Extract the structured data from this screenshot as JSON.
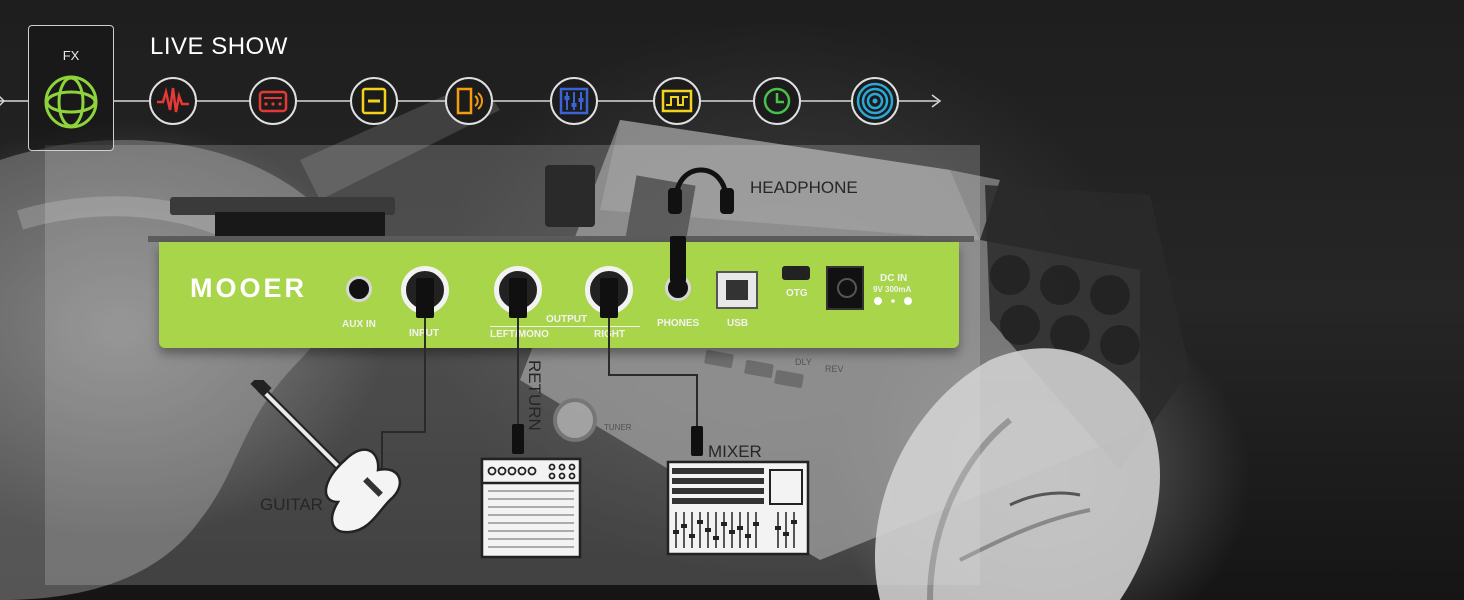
{
  "header": {
    "fx_label": "FX",
    "title": "LIVE SHOW"
  },
  "effects_chain": [
    {
      "name": "overdrive",
      "color": "#e53935"
    },
    {
      "name": "amp",
      "color": "#e53935"
    },
    {
      "name": "cab",
      "color": "#f2d21a"
    },
    {
      "name": "noise-gate",
      "color": "#f39c12"
    },
    {
      "name": "eq",
      "color": "#3a63d8"
    },
    {
      "name": "modulation",
      "color": "#f2d21a"
    },
    {
      "name": "delay",
      "color": "#49c24a"
    },
    {
      "name": "reverb",
      "color": "#2aa8d8"
    }
  ],
  "pedal": {
    "brand": "MOOER",
    "ports": {
      "aux_in": "AUX IN",
      "input": "INPUT",
      "output": "OUTPUT",
      "left_mono": "LEFT/MONO",
      "right": "RIGHT",
      "phones": "PHONES",
      "usb": "USB",
      "otg": "OTG",
      "dc_in": "DC IN",
      "dc_spec": "9V 300mA"
    },
    "accent_color": "#a8d54a"
  },
  "connections": {
    "headphone": "HEADPHONE",
    "return": "RETURN",
    "mixer": "MIXER",
    "guitar": "GUITAR"
  },
  "background_device": {
    "labels": [
      "DLY",
      "REV",
      "TUNER"
    ]
  }
}
